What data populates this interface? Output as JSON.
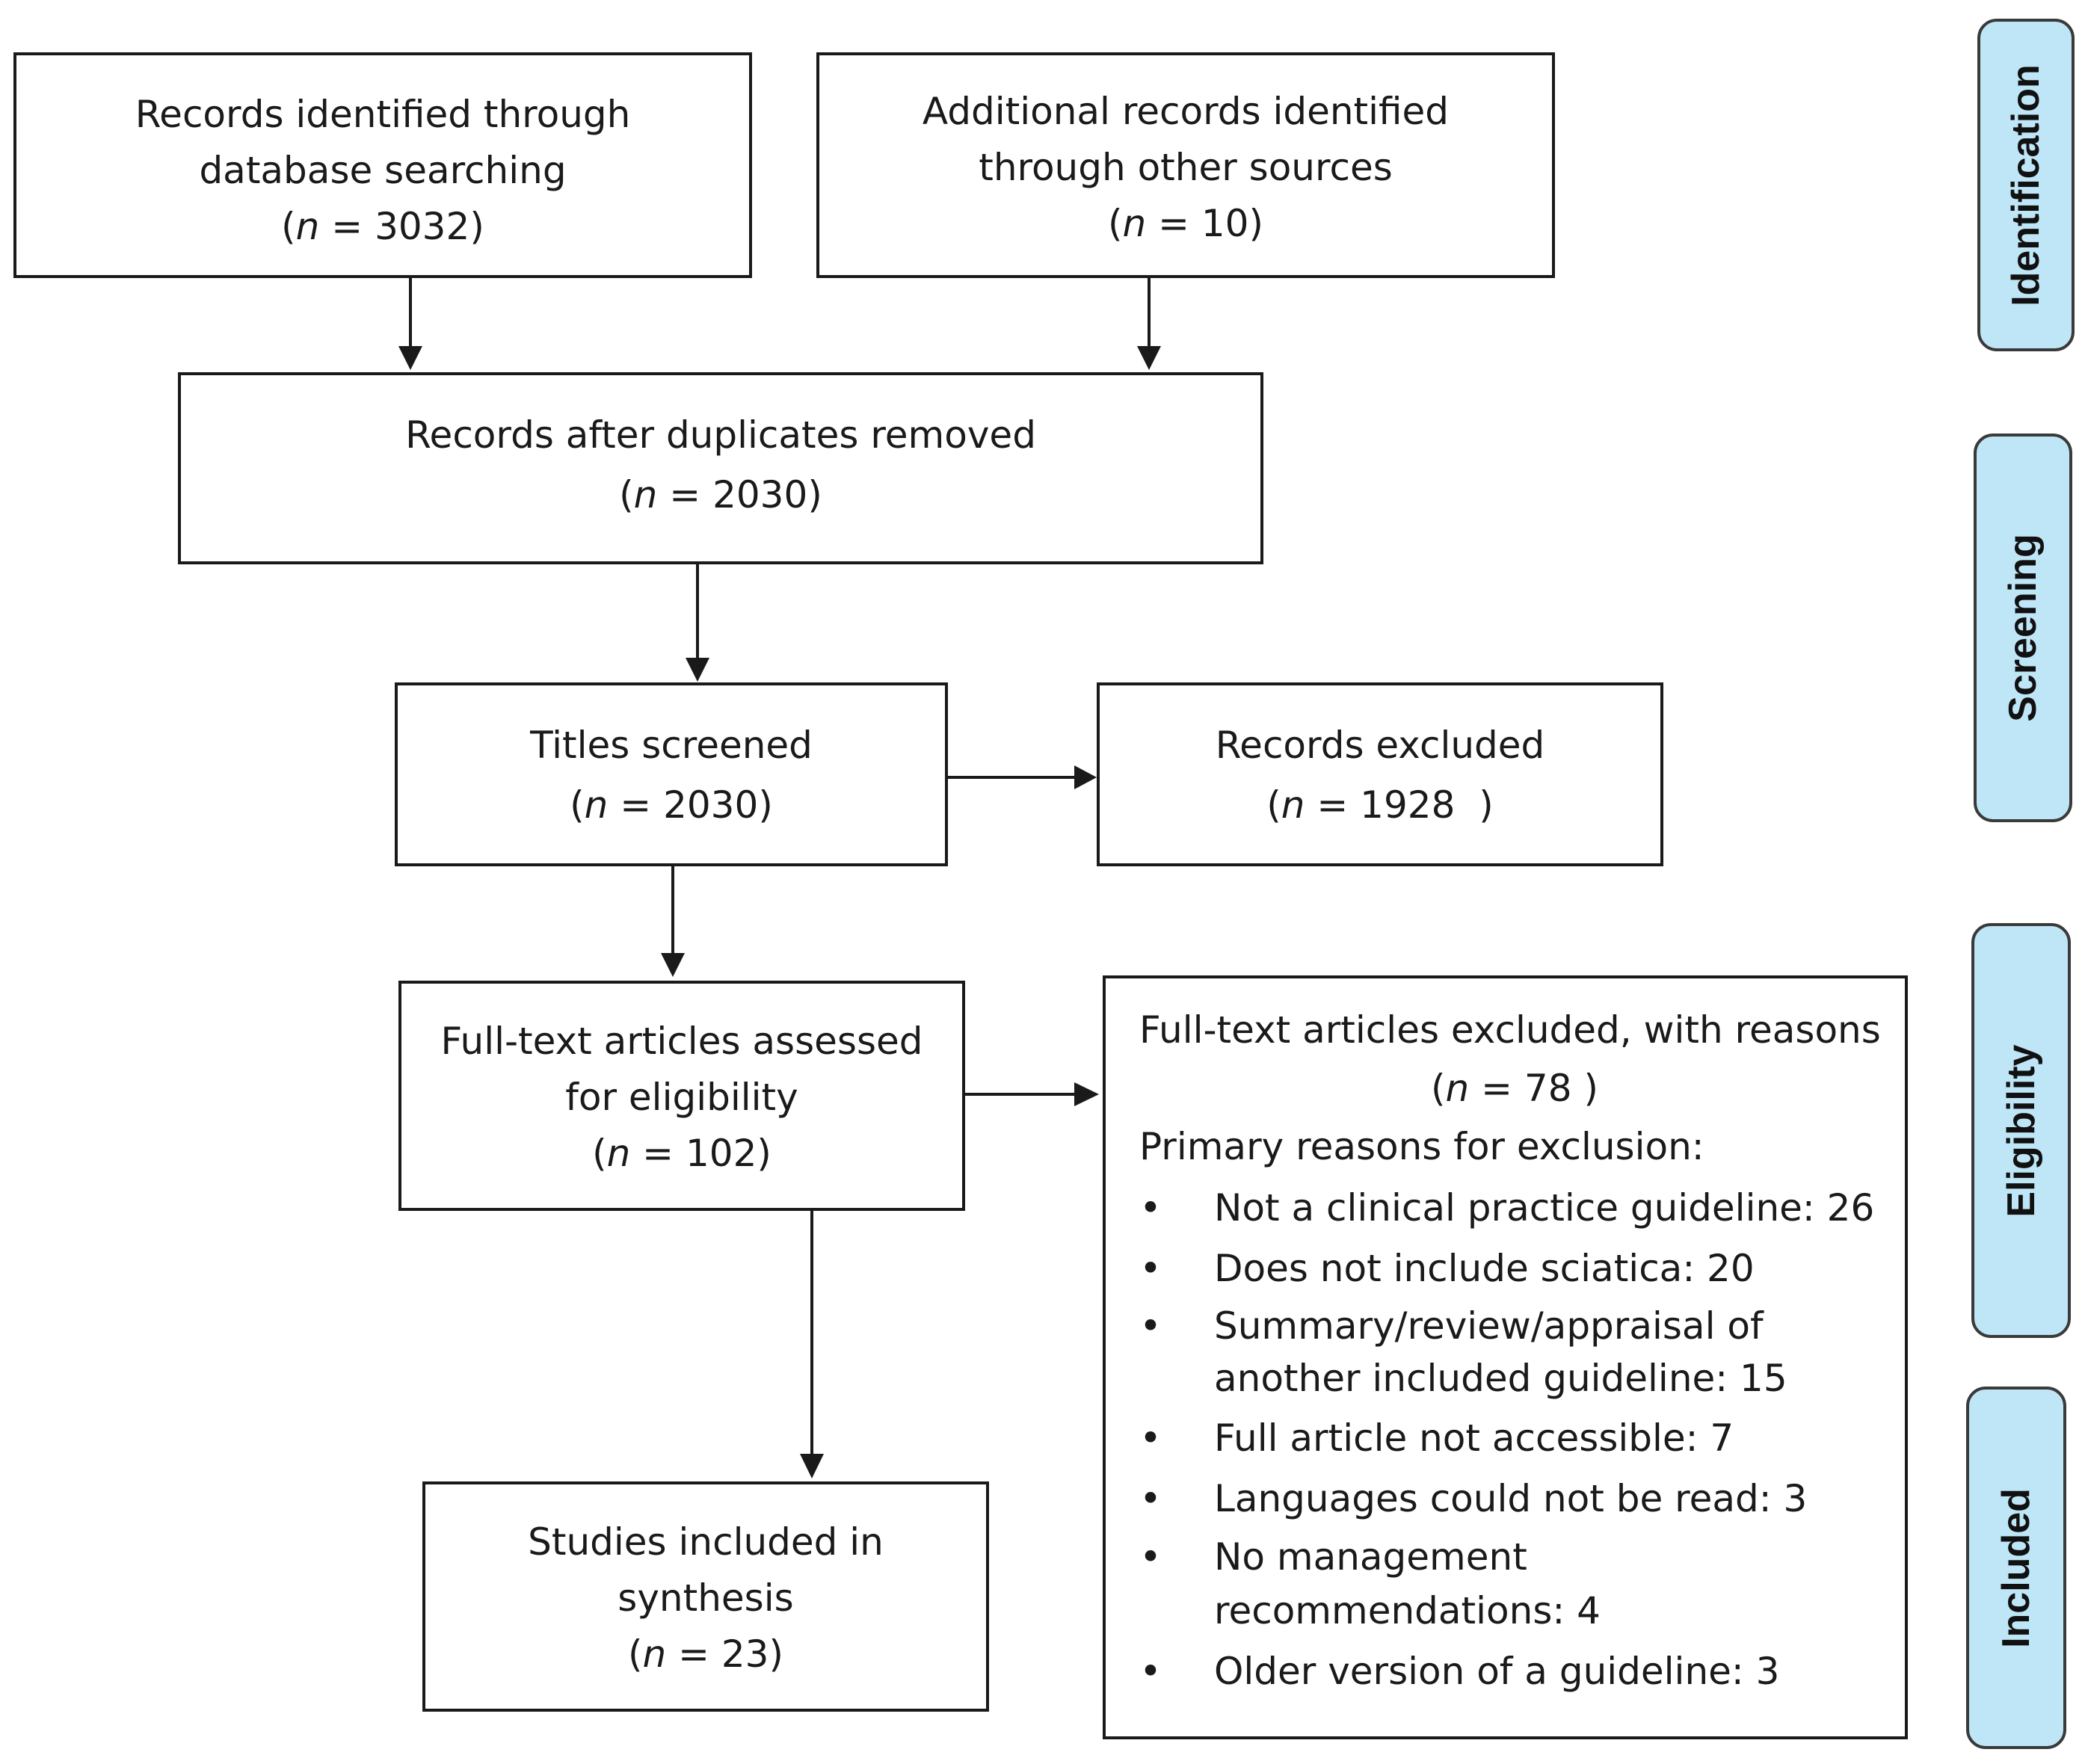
{
  "boxes": {
    "database": {
      "lines": [
        "Records identified through",
        "database searching"
      ],
      "n": "3032"
    },
    "other_sources": {
      "lines": [
        "Additional records identified",
        "through other sources"
      ],
      "n": "10"
    },
    "after_duplicates": {
      "lines": [
        "Records after duplicates removed"
      ],
      "n": "2030"
    },
    "titles_screened": {
      "lines": [
        "Titles screened"
      ],
      "n": "2030"
    },
    "records_excluded": {
      "lines": [
        "Records excluded"
      ],
      "n": "1928  "
    },
    "fulltext_assessed": {
      "lines": [
        "Full-text articles assessed",
        "for eligibility"
      ],
      "n": "102"
    },
    "included": {
      "lines": [
        "Studies included in",
        "synthesis"
      ],
      "n": "23"
    },
    "fulltext_excluded": {
      "title": "Full-text articles excluded, with reasons",
      "n": "78 ",
      "reasons_header": "Primary reasons for exclusion:",
      "reasons": [
        [
          "Not a clinical practice guideline: 26"
        ],
        [
          "Does not include sciatica: 20"
        ],
        [
          "Summary/review/appraisal of",
          "another included guideline:  15"
        ],
        [
          "Full article not accessible: 7"
        ],
        [
          "Languages could not be read: 3"
        ],
        [
          "No management",
          "recommendations: 4"
        ],
        [
          "Older version of a guideline: 3"
        ]
      ]
    }
  },
  "n_prefix": "n",
  "n_equals": " = ",
  "bullet": "•",
  "stages": {
    "identification": "Identification",
    "screening": "Screening",
    "eligibility": "Eligibility",
    "included": "Included"
  },
  "colors": {
    "stage_fill": "#bfe6f7",
    "stroke": "#1a1a1a"
  }
}
